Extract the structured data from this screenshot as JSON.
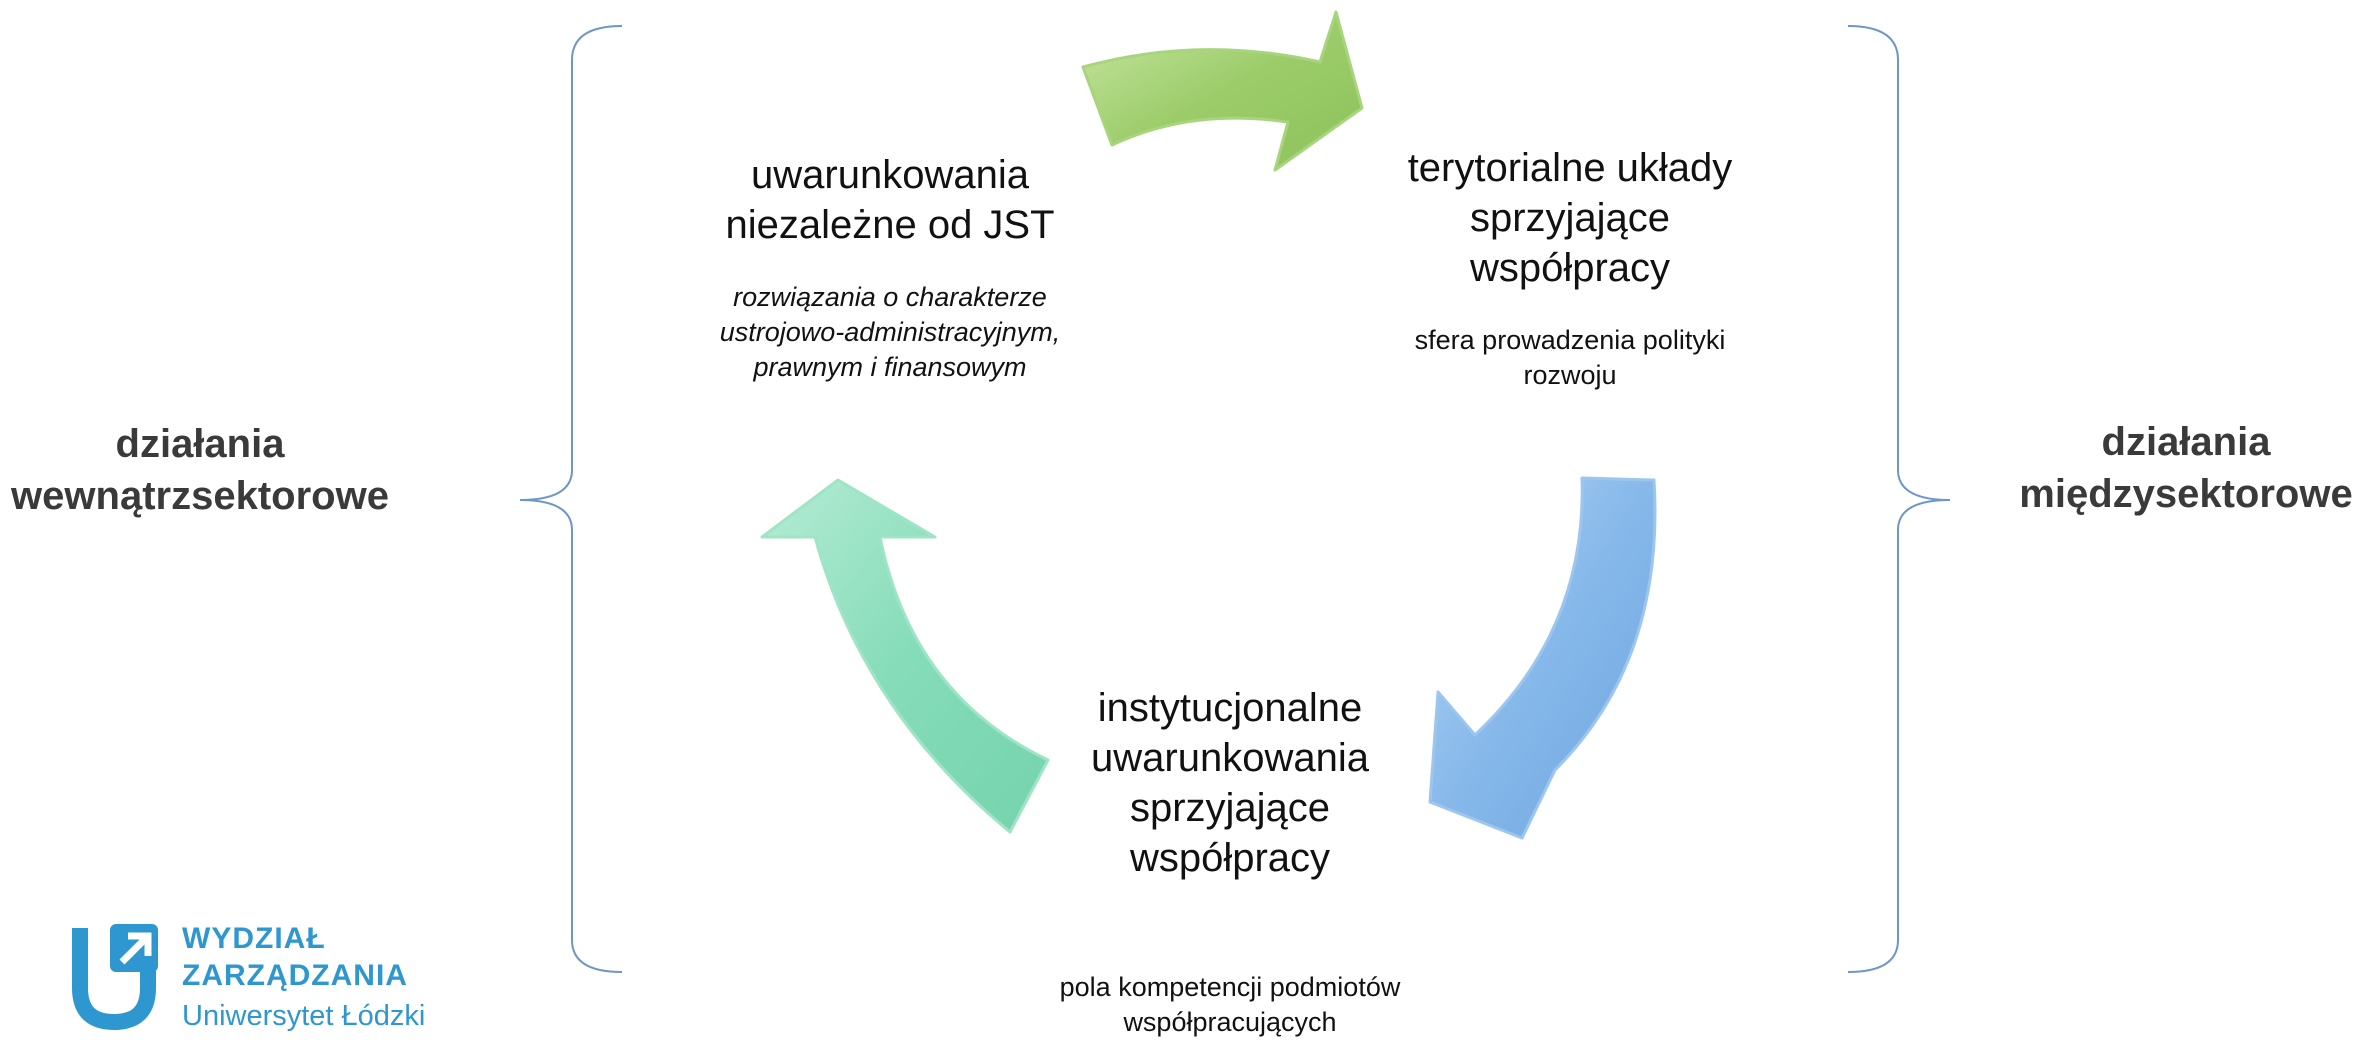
{
  "left_label": [
    "działania",
    "wewnątrzsektorowe"
  ],
  "right_label": [
    "działania",
    "międzysektorowe"
  ],
  "nodes": {
    "top_left": {
      "title": [
        "uwarunkowania",
        "niezależne od JST"
      ],
      "subtitle": [
        "rozwiązania o charakterze",
        "ustrojowo-administracyjnym,",
        "prawnym i finansowym"
      ]
    },
    "top_right": {
      "title": [
        "terytorialne układy",
        "sprzyjające",
        "współpracy"
      ],
      "subtitle": [
        "sfera prowadzenia polityki",
        "rozwoju"
      ]
    },
    "bottom": {
      "title": [
        "instytucjonalne",
        "uwarunkowania",
        "sprzyjające",
        "współpracy"
      ],
      "subtitle": [
        "pola kompetencji podmiotów",
        "współpracujących"
      ]
    }
  },
  "logo": {
    "line1": "WYDZIAŁ",
    "line2": "ZARZĄDZANIA",
    "line3": "Uniwersytet Łódzki"
  },
  "colors": {
    "arrow_green": "#9ccc6a",
    "arrow_blue": "#7fb3e6",
    "arrow_teal": "#7fd9b5",
    "bracket": "#6f96c9",
    "logo_blue": "#2e97cf",
    "side_label": "#3a3a3a"
  }
}
